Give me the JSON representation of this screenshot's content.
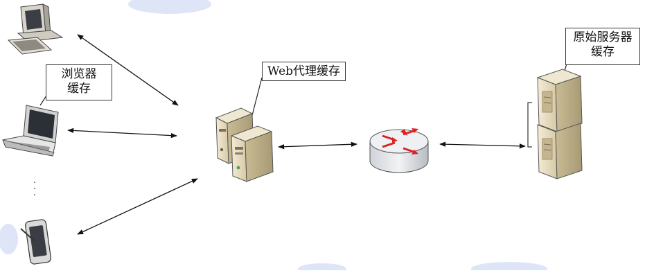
{
  "labels": {
    "browser_cache": [
      "浏览器",
      "缓存"
    ],
    "proxy_cache": "Web代理缓存",
    "origin_cache": [
      "原始服务器",
      "缓存"
    ]
  },
  "ellipsis": "·\n·\n·"
}
